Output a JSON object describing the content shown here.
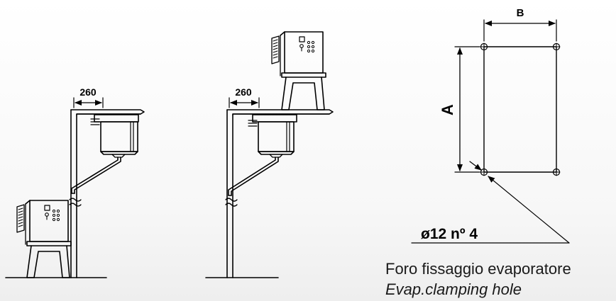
{
  "left_unit": {
    "dimension_label": "260"
  },
  "middle_unit": {
    "dimension_label": "260"
  },
  "hole_pattern": {
    "dimension_a": "A",
    "dimension_b": "B",
    "hole_spec": "ø12 nº 4",
    "caption_italian": "Foro fissaggio evaporatore",
    "caption_english": "Evap.clamping hole"
  }
}
